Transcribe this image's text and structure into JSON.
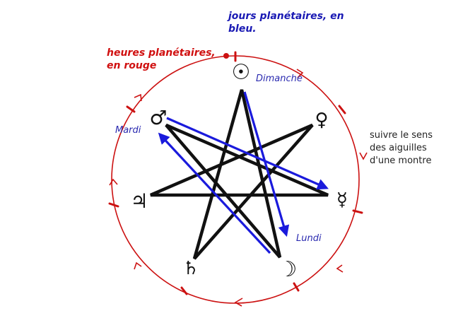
{
  "titles": {
    "days": [
      "jours planétaires, en",
      "bleu."
    ],
    "hours": [
      "heures planétaires,",
      "en rouge"
    ]
  },
  "day_labels": {
    "sunday": "Dimanche",
    "tuesday": "Mardi",
    "monday": "Lundi"
  },
  "note": [
    "suivre le sens",
    "des aiguilles",
    "d'une montre"
  ],
  "planets": [
    {
      "key": "sun",
      "glyph": "☉"
    },
    {
      "key": "venus",
      "glyph": "♀"
    },
    {
      "key": "mercury",
      "glyph": "☿"
    },
    {
      "key": "moon",
      "glyph": "☽"
    },
    {
      "key": "saturn",
      "glyph": "♄"
    },
    {
      "key": "jupiter",
      "glyph": "♃"
    },
    {
      "key": "mars",
      "glyph": "♂"
    }
  ],
  "colors": {
    "star": "#111111",
    "day_arrows": "#1a1adc",
    "hour_circle": "#cc1111",
    "day_text": "#2a2ab0",
    "hour_text": "#d01010"
  }
}
